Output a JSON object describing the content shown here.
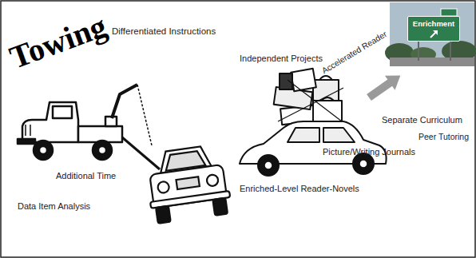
{
  "diagram": {
    "nodes": [
      {
        "text": [
          "Enrichment"
        ]
      }
    ],
    "labels": [
      "Towing",
      "Differentiated Instructions",
      "Additional Time",
      "Data Item Analysis",
      "Independent Projects",
      "Accelerated Reader",
      "Separate Curriculum",
      "Peer Tutoring",
      "Picture/Writing Journals",
      "Enriched-Level Reader-Novels"
    ]
  }
}
